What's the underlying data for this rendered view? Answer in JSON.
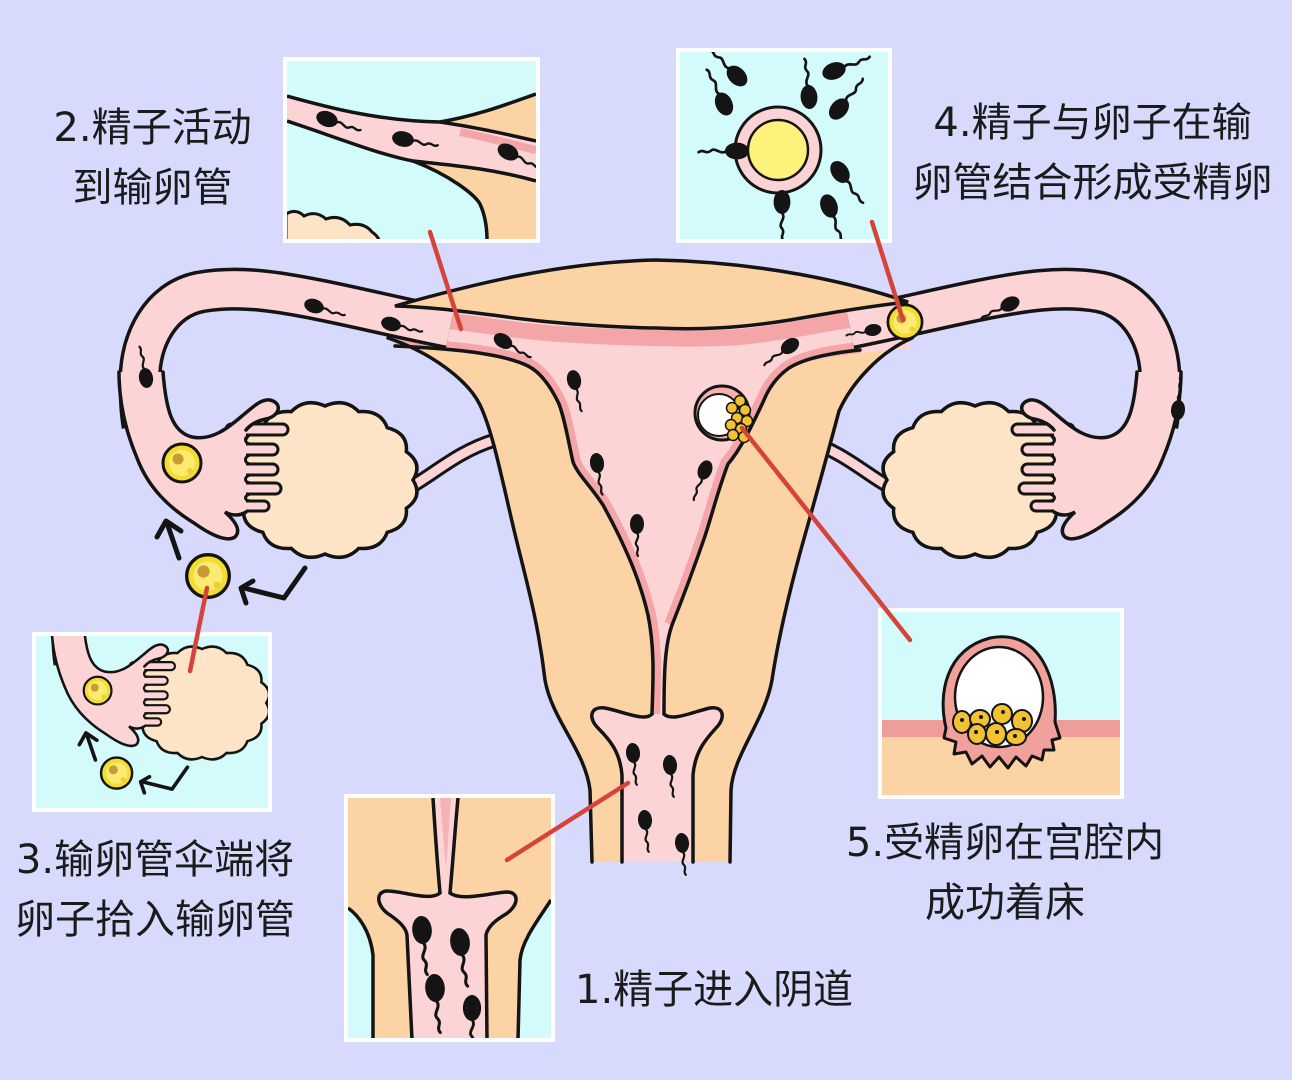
{
  "steps": [
    {
      "step": "1",
      "lines": [
        "1.精子进入阴道"
      ],
      "inset": "vagina-sperm-closeup"
    },
    {
      "step": "2",
      "lines": [
        "2.精子活动",
        "到输卵管"
      ],
      "inset": "fallopian-tube-sperm-closeup"
    },
    {
      "step": "3",
      "lines": [
        "3.输卵管伞端将",
        "卵子拾入输卵管"
      ],
      "inset": "fimbriae-egg-pickup-closeup"
    },
    {
      "step": "4",
      "lines": [
        "4.精子与卵子在输",
        "卵管结合形成受精卵"
      ],
      "inset": "sperm-egg-fertilization-closeup"
    },
    {
      "step": "5",
      "lines": [
        "5.受精卵在宫腔内",
        "成功着床"
      ],
      "inset": "blastocyst-implantation-closeup"
    }
  ],
  "icons": {
    "sperm": "sperm-icon",
    "egg": "egg-cell-icon",
    "blastocyst": "blastocyst-icon",
    "arrow": "arrow-icon",
    "connector": "connector-line"
  },
  "colors": {
    "bg": "#d7dafc",
    "inset-bg": "#d3fbfb",
    "frame": "#ffffff",
    "peach": "#fbd3a5",
    "pink": "#fcd4d6",
    "pink-dark": "#f3a5a8",
    "ovary": "#fde4c6",
    "yolk": "#f4dc30",
    "connector": "#d5443b",
    "ink": "#141414",
    "trophoblast": "#f1a19c",
    "cell": "#f3c233",
    "endometrium": "#ef9d9a"
  }
}
